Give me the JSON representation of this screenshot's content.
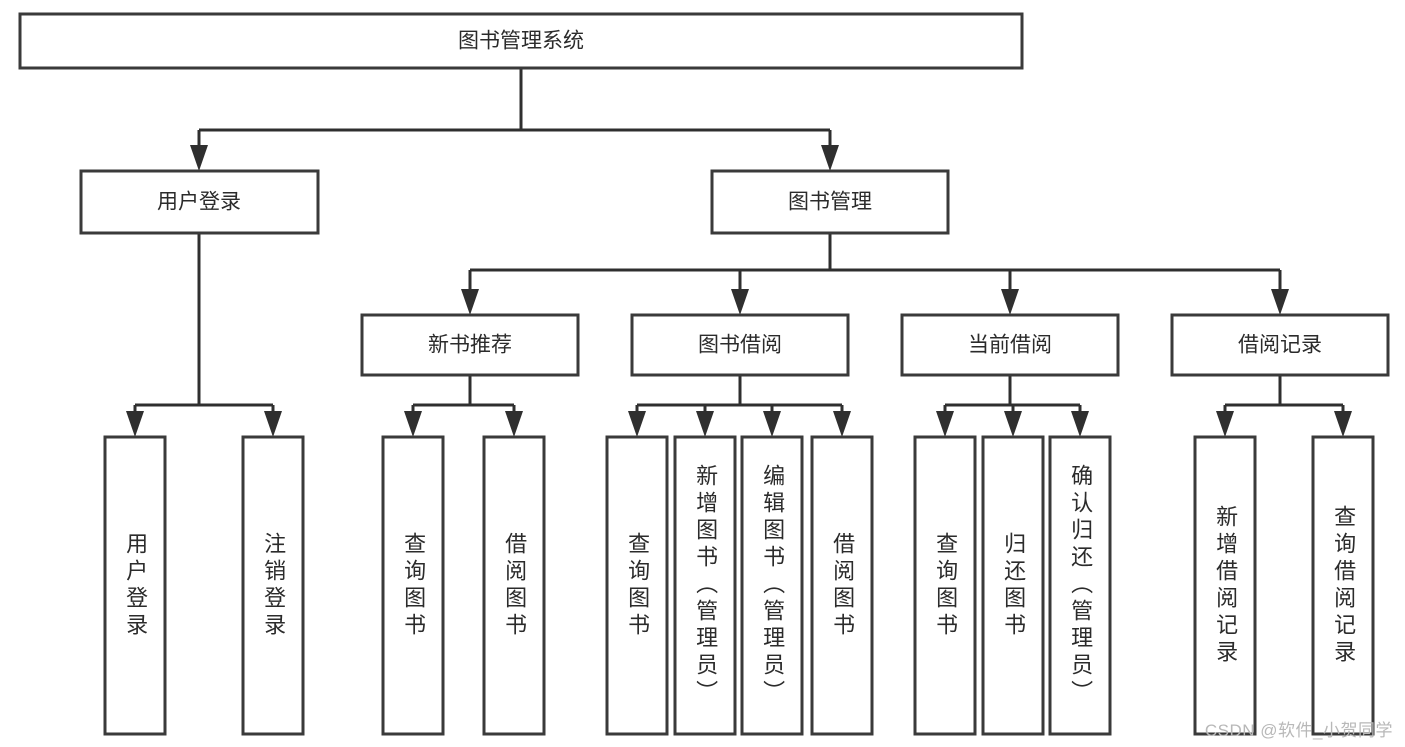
{
  "diagram": {
    "type": "tree",
    "title": "图书管理系统",
    "watermark": "CSDN @软件_小贺同学",
    "colors": {
      "box_stroke": "#3a3a3a",
      "connector": "#2f2f2f",
      "text": "#2b2b2b",
      "background": "#ffffff",
      "watermark": "#b8b8b8"
    },
    "root": {
      "label": "图书管理系统",
      "children": [
        {
          "label": "用户登录",
          "children": [
            {
              "label": "用户登录"
            },
            {
              "label": "注销登录"
            }
          ]
        },
        {
          "label": "图书管理",
          "children": [
            {
              "label": "新书推荐",
              "children": [
                {
                  "label": "查询图书"
                },
                {
                  "label": "借阅图书"
                }
              ]
            },
            {
              "label": "图书借阅",
              "children": [
                {
                  "label": "查询图书"
                },
                {
                  "label": "新增图书（管理员）"
                },
                {
                  "label": "编辑图书（管理员）"
                },
                {
                  "label": "借阅图书"
                }
              ]
            },
            {
              "label": "当前借阅",
              "children": [
                {
                  "label": "查询图书"
                },
                {
                  "label": "归还图书"
                },
                {
                  "label": "确认归还（管理员）"
                }
              ]
            },
            {
              "label": "借阅记录",
              "children": [
                {
                  "label": "新增借阅记录"
                },
                {
                  "label": "查询借阅记录"
                }
              ]
            }
          ]
        }
      ]
    },
    "nodes": {
      "root": "图书管理系统",
      "user_login": "用户登录",
      "book_manage": "图书管理",
      "new_book_rec": "新书推荐",
      "book_borrow": "图书借阅",
      "current_borrow": "当前借阅",
      "borrow_record": "借阅记录",
      "leaf_user_login": "用户登录",
      "leaf_logout": "注销登录",
      "leaf_query_book_1": "查询图书",
      "leaf_borrow_book_1": "借阅图书",
      "leaf_query_book_2": "查询图书",
      "leaf_add_book": "新增图书（管理员）",
      "leaf_edit_book": "编辑图书（管理员）",
      "leaf_borrow_book_2": "借阅图书",
      "leaf_query_book_3": "查询图书",
      "leaf_return_book": "归还图书",
      "leaf_confirm_return": "确认归还（管理员）",
      "leaf_add_record": "新增借阅记录",
      "leaf_query_record": "查询借阅记录"
    }
  }
}
